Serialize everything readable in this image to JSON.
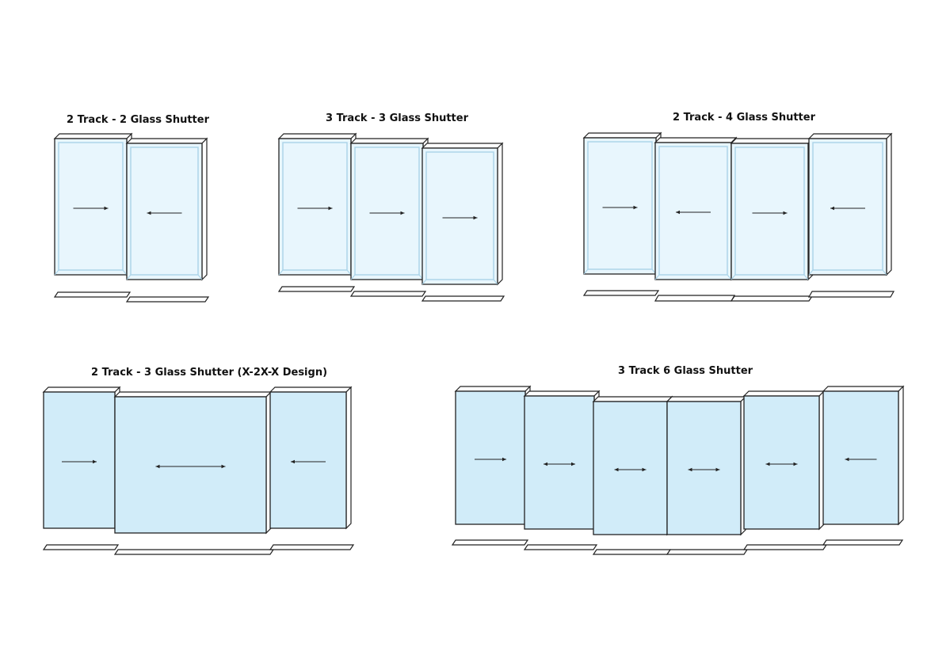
{
  "colors": {
    "background": "#ffffff",
    "outline": "#222222",
    "glass_light": "#e8f6fd",
    "glass_inner_line": "#a9d3e8",
    "glass_solid": "#d1ecf9"
  },
  "icons": [
    "arrow-right-icon",
    "arrow-left-icon",
    "arrow-both-icon"
  ],
  "diagrams": [
    {
      "id": "d1",
      "title": "2 Track - 2 Glass Shutter",
      "style": "light",
      "panels": [
        {
          "arrow": "right"
        },
        {
          "arrow": "left"
        }
      ]
    },
    {
      "id": "d2",
      "title": "3 Track -  3 Glass Shutter",
      "style": "light",
      "panels": [
        {
          "arrow": "right"
        },
        {
          "arrow": "right"
        },
        {
          "arrow": "right"
        }
      ]
    },
    {
      "id": "d3",
      "title": "2 Track -  4 Glass Shutter",
      "style": "light",
      "panels": [
        {
          "arrow": "right"
        },
        {
          "arrow": "left"
        },
        {
          "arrow": "right"
        },
        {
          "arrow": "left"
        }
      ]
    },
    {
      "id": "d4",
      "title": "2 Track - 3 Glass Shutter (X-2X-X Design)",
      "style": "solid",
      "panels": [
        {
          "arrow": "right"
        },
        {
          "arrow": "both"
        },
        {
          "arrow": "left"
        }
      ]
    },
    {
      "id": "d5",
      "title": "3 Track 6 Glass Shutter",
      "style": "solid",
      "panels": [
        {
          "arrow": "right"
        },
        {
          "arrow": "both"
        },
        {
          "arrow": "both"
        },
        {
          "arrow": "both"
        },
        {
          "arrow": "both"
        },
        {
          "arrow": "left"
        }
      ]
    }
  ]
}
